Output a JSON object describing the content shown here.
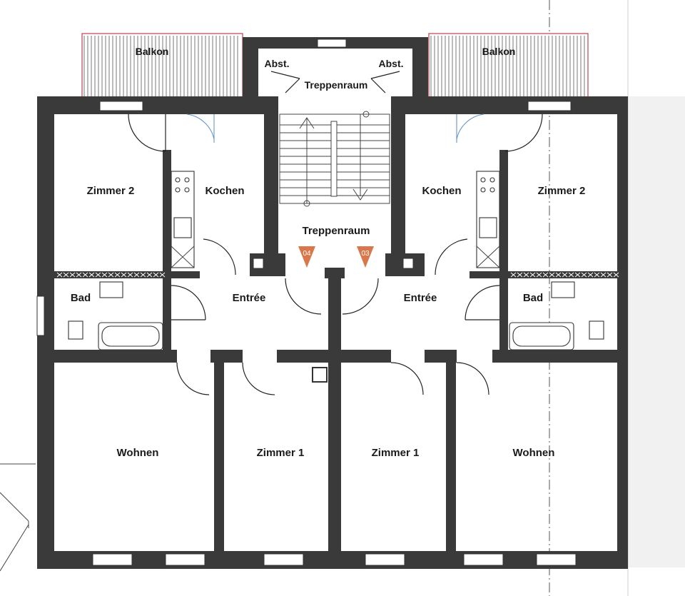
{
  "rooms": {
    "balkon_left": "Balkon",
    "balkon_right": "Balkon",
    "abst_left": "Abst.",
    "abst_right": "Abst.",
    "treppenraum_top": "Treppenraum",
    "treppenraum_mid": "Treppenraum",
    "zimmer2_left": "Zimmer 2",
    "kochen_left": "Kochen",
    "kochen_right": "Kochen",
    "zimmer2_right": "Zimmer 2",
    "bad_left": "Bad",
    "bad_right": "Bad",
    "entree_left": "Entrée",
    "entree_right": "Entrée",
    "wohnen_left": "Wohnen",
    "zimmer1_left": "Zimmer 1",
    "zimmer1_right": "Zimmer 1",
    "wohnen_right": "Wohnen"
  },
  "units": {
    "left_marker": "04",
    "right_marker": "03",
    "marker_color": "#d9774b"
  },
  "colors": {
    "wall": "#3a3a3a",
    "balcony_rail": "#c44d5a"
  }
}
